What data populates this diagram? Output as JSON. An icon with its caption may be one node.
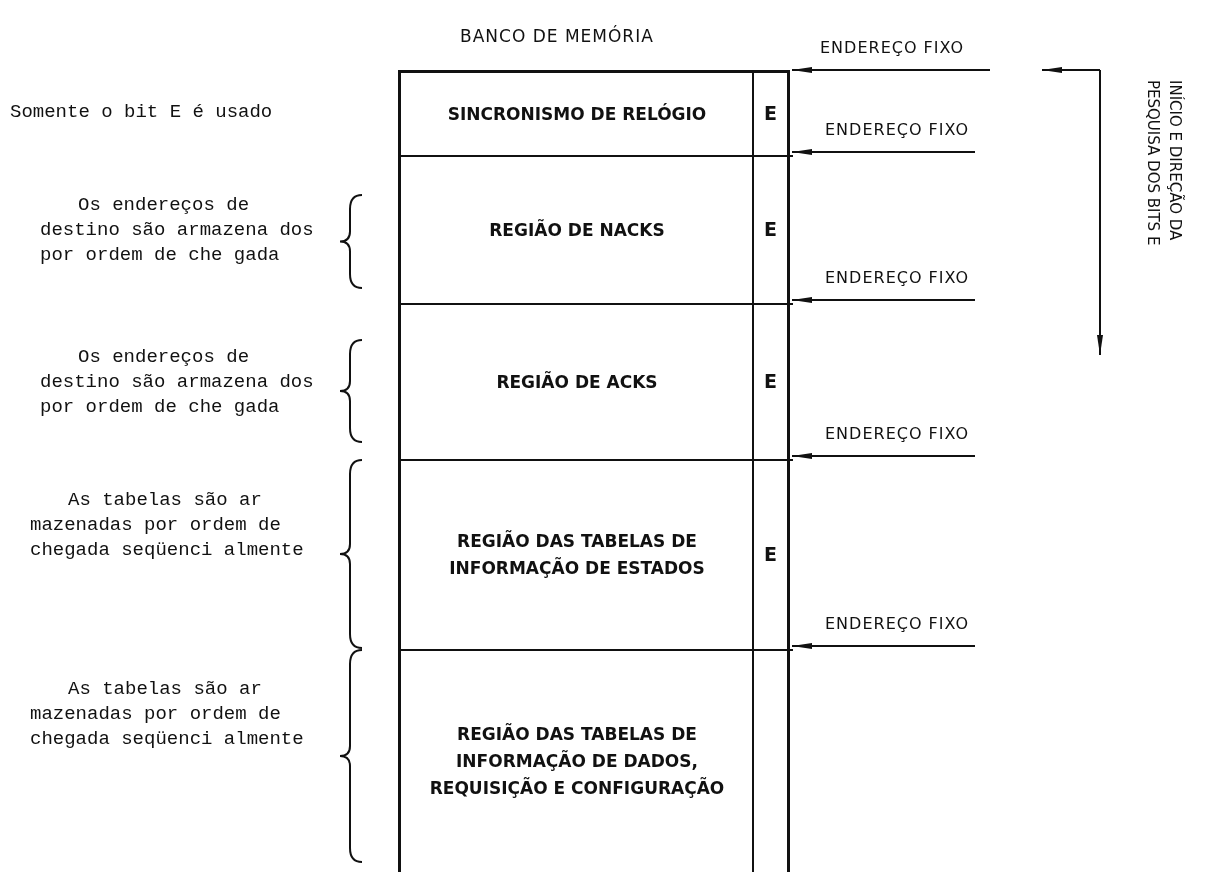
{
  "diagram": {
    "title": "BANCO DE MEMÓRIA",
    "nodes": [
      {
        "text": [],
        "shape": "box"
      },
      {
        "text": [
          "SINCRONISMO DE RELÓGIO",
          "E"
        ],
        "in": 0
      },
      {
        "text": [
          "REGIÃO DE NACKS",
          "E"
        ],
        "in": 0
      },
      {
        "text": [
          "REGIÃO DE ACKS",
          "E"
        ],
        "in": 0
      },
      {
        "text": [
          "REGIÃO DAS TABELAS DE INFORMAÇÃO DE ESTADOS",
          "E"
        ],
        "in": 0
      },
      {
        "text": [
          "REGIÃO DAS TABELAS DE INFORMAÇÃO DE DADOS, REQUISIÇÃO E CONFIGURAÇÃO"
        ],
        "in": 0
      }
    ],
    "edges": [
      {
        "from": null,
        "to": 1,
        "arrow": "to",
        "label": "ENDEREÇO FIXO"
      },
      {
        "from": null,
        "to": 2,
        "arrow": "to",
        "label": "ENDEREÇO FIXO"
      },
      {
        "from": null,
        "to": 3,
        "arrow": "to",
        "label": "ENDEREÇO FIXO"
      },
      {
        "from": null,
        "to": 4,
        "arrow": "to",
        "label": "ENDEREÇO FIXO"
      },
      {
        "from": null,
        "to": 5,
        "arrow": "to",
        "label": "ENDEREÇO FIXO"
      }
    ],
    "labels": [
      "Somente o bit E é usado",
      "Os endereços de destino são armazena dos por ordem de che gada",
      "Os endereços de destino são armazena dos por ordem de che gada",
      "As tabelas são ar mazenadas por ordem de chegada seqüenci almente",
      "As tabelas são ar mazenadas por ordem de chegada seqüenci almente",
      "INÍCIO E DIREÇÃO DA PESQUISA DOS BITS E"
    ]
  }
}
